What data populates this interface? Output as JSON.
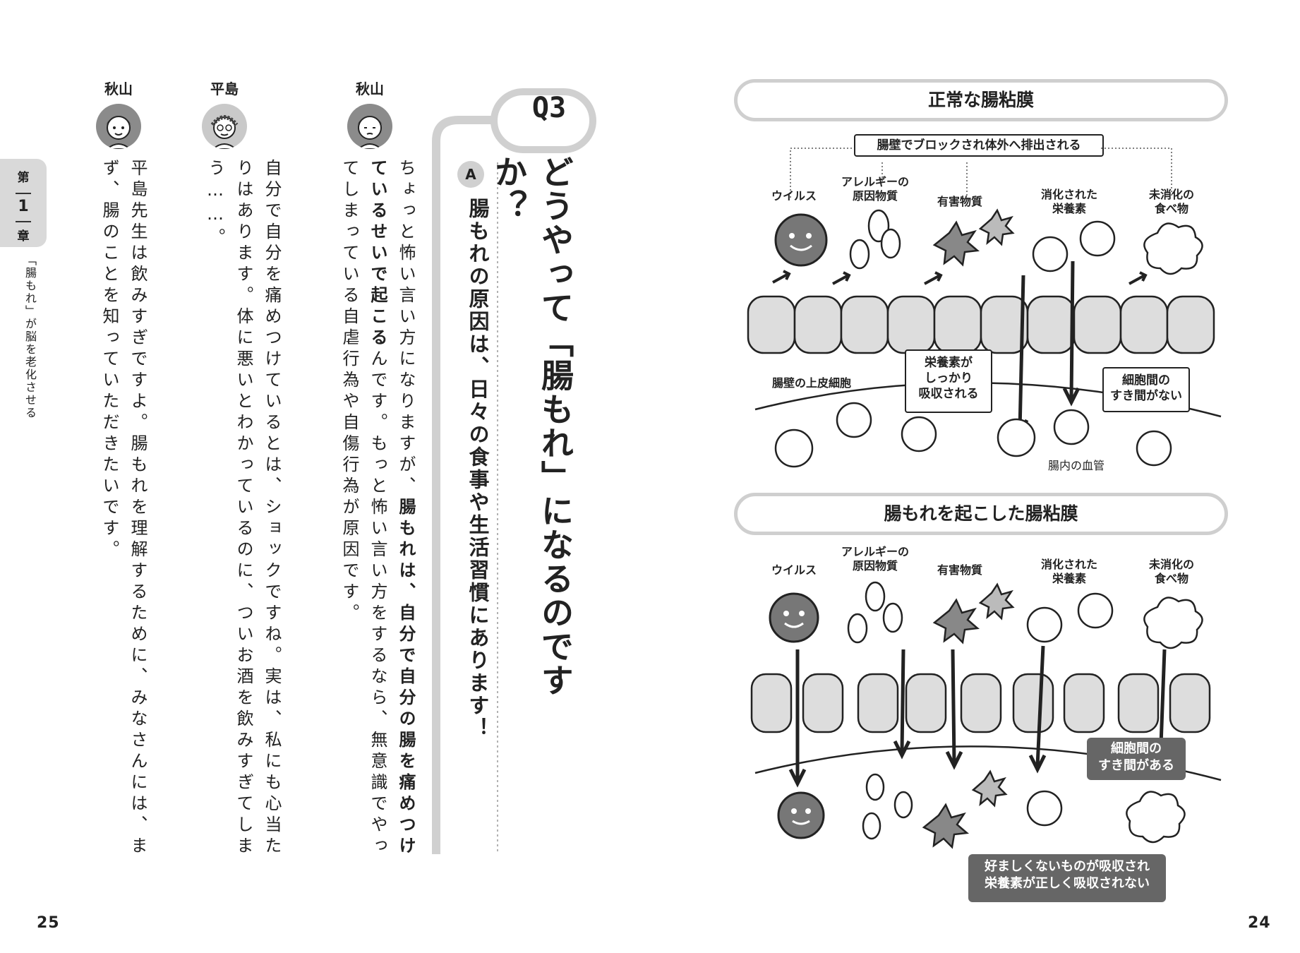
{
  "left_page": {
    "page_number": "25",
    "chapter_tab": {
      "top": "第",
      "number": "1",
      "bottom": "章"
    },
    "chapter_title": "「腸もれ」が脳を老化させる",
    "speakers": [
      {
        "name": "秋山"
      },
      {
        "name": "平島"
      },
      {
        "name": "秋山"
      }
    ],
    "question": {
      "badge": "Q3",
      "title": "どうやって「腸もれ」になるのですか？",
      "answer_badge": "A",
      "answer": "腸もれの原因は、日々の食事や生活習慣にあります！"
    },
    "paragraphs": {
      "p1_a": "ちょっと怖い言い方になりますが、",
      "p1_b": "腸もれは、自分で自分の腸を痛めつけているせいで起こる",
      "p1_c": "んです。もっと怖い言い方をするなら、無意識でやってしまっている自虐行為や自傷行為が原因です。",
      "p2": "自分で自分を痛めつけているとは、ショックですね。実は、私にも心当たりはあります。体に悪いとわかっているのに、ついお酒を飲みすぎてしまう……。",
      "p3": "平島先生は飲みすぎですよ。腸もれを理解するために、みなさんには、まず、腸のことを知っていただきたいです。"
    }
  },
  "right_page": {
    "page_number": "24",
    "top_panel": {
      "heading": "正常な腸粘膜",
      "block_label": "腸壁でブロックされ体外へ排出される",
      "items": [
        "ウイルス",
        "アレルギーの\n原因物質",
        "有害物質",
        "消化された\n栄養素",
        "未消化の\n食べ物"
      ],
      "epithelium_label": "腸壁の上皮細胞",
      "absorb_bubble": "栄養素が\nしっかり\n吸収される",
      "gap_label": "細胞間の\nすき間がない",
      "vessel_label": "腸内の血管"
    },
    "bottom_panel": {
      "heading": "腸もれを起こした腸粘膜",
      "items": [
        "ウイルス",
        "アレルギーの\n原因物質",
        "有害物質",
        "消化された\n栄養素",
        "未消化の\n食べ物"
      ],
      "gap_label": "細胞間の\nすき間がある",
      "result_label": "好ましくないものが吸収され\n栄養素が正しく吸収されない"
    }
  }
}
